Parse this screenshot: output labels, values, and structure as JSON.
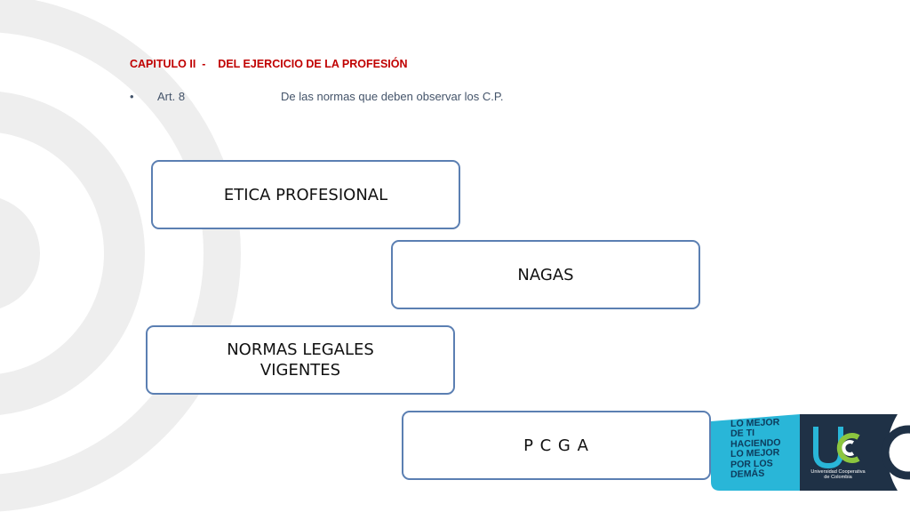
{
  "slide": {
    "heading": "CAPITULO II  -    DEL EJERCICIO DE LA PROFESIÓN",
    "bullet": {
      "marker": "•",
      "article": "Art. 8",
      "description": "De las normas que deben observar los C.P."
    },
    "boxes": [
      {
        "label": "ETICA PROFESIONAL"
      },
      {
        "label": "NAGAS"
      },
      {
        "label": "NORMAS LEGALES VIGENTES"
      },
      {
        "label": "P C G A"
      }
    ]
  },
  "logo": {
    "slogan_lines": [
      "LO MEJOR",
      "DE TI",
      "HACIENDO",
      "LO MEJOR",
      "POR LOS",
      "DEMÁS"
    ],
    "monogram": "UC",
    "university_lines": [
      "Universidad Cooperativa",
      "de Colombia"
    ],
    "colors": {
      "cyan": "#29b6d8",
      "navy": "#1f3146",
      "green": "#8cc63f"
    }
  },
  "colors": {
    "heading": "#c00000",
    "body_text": "#44546a",
    "box_border": "#5b7fb2",
    "background_rings": "#ececec"
  }
}
